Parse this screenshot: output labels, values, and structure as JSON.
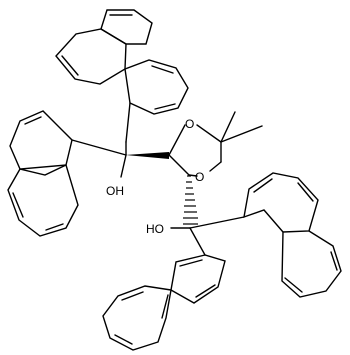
{
  "molecule": {
    "atom_labels": {
      "oxygen_top": "O",
      "oxygen_right": "O",
      "hydroxyl_left": "OH",
      "hydroxyl_right": "HO"
    }
  }
}
